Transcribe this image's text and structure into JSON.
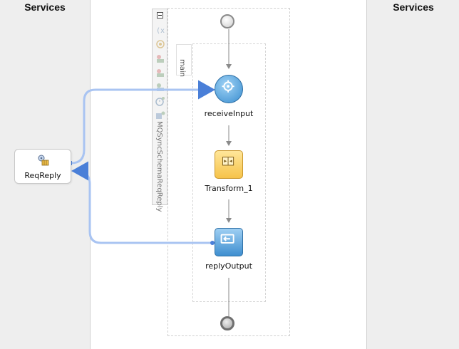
{
  "lanes": {
    "left_title": "Services",
    "right_title": "Services"
  },
  "service": {
    "label": "ReqReply",
    "icon": "adapter-gear-icon"
  },
  "scope": {
    "name": "MQSyncSchemaReqReply",
    "inner_name": "main"
  },
  "activities": {
    "receive": "receiveInput",
    "transform": "Transform_1",
    "reply": "replyOutput"
  },
  "toolbar_icons": [
    "variables-icon",
    "correlation-icon",
    "partner-link-icon",
    "partner-link-icon",
    "partner-link-icon",
    "timer-icon",
    "event-icon"
  ],
  "colors": {
    "lane_bg": "#eeeeee",
    "wire": "#a9c4f2",
    "receive": "#3a8ed0",
    "transform": "#f6c34a",
    "reply": "#3f8fd0"
  }
}
